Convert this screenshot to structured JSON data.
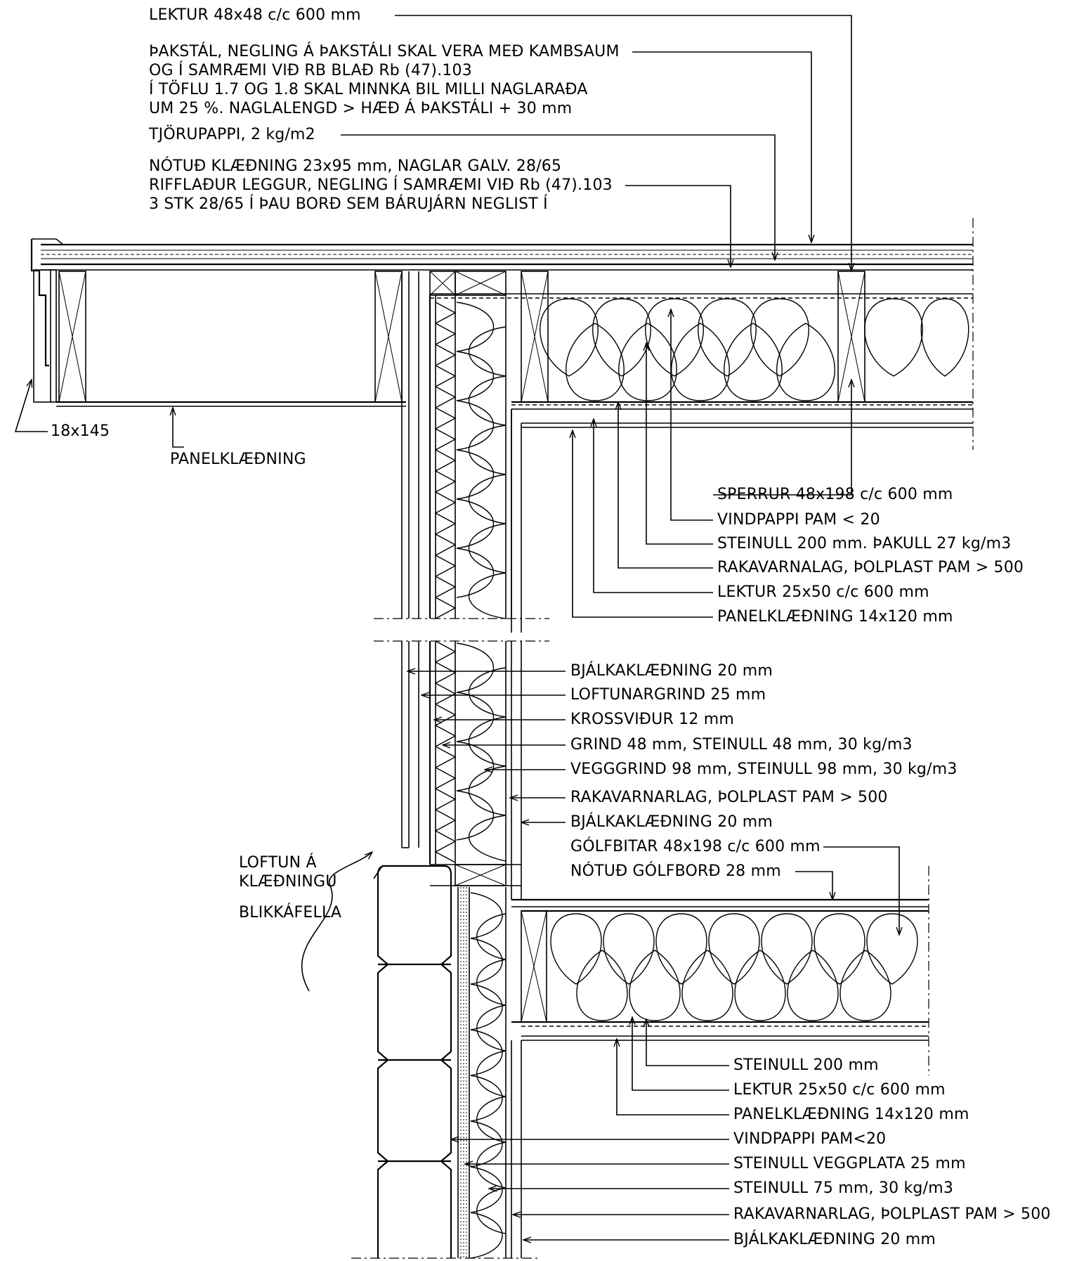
{
  "roof_labels": {
    "lektur_top": "LEKTUR 48x48 c/c 600 mm",
    "thakstal": [
      "ÞAKSTÁL, NEGLING Á ÞAKSTÁLI SKAL VERA MEÐ KAMBSAUM",
      "OG Í SAMRÆMI VIÐ RB BLAÐ Rb (47).103",
      "Í TÖFLU 1.7 OG 1.8 SKAL MINNKA BIL MILLI NAGLARAÐA",
      "UM 25 %. NAGLALENGD > HÆÐ Á ÞAKSTÁLI + 30 mm"
    ],
    "tjorupappi": "TJÖRUPAPPI, 2 kg/m2",
    "notud": [
      "NÓTUÐ KLÆÐNING 23x95 mm, NAGLAR GALV. 28/65",
      "RIFFLAÐUR LEGGUR, NEGLING Í SAMRÆMI VIÐ Rb (47).103",
      "3 STK 28/65 Í ÞAU BORÐ SEM BÁRUJÁRN NEGLIST Í"
    ],
    "fascia": "18x145",
    "panel_eave": "PANELKLÆÐNING"
  },
  "roof_section_labels": [
    "SPERRUR 48x198 c/c 600 mm",
    "VINDPAPPI PAM < 20",
    "STEINULL 200 mm. ÞAKULL 27 kg/m3",
    "RAKAVARNALAG, ÞOLPLAST PAM > 500",
    "LEKTUR 25x50 c/c 600 mm",
    "PANELKLÆÐNING 14x120 mm"
  ],
  "wall_labels": [
    "BJÁLKAKLÆÐNING 20 mm",
    "LOFTUNARGRIND 25 mm",
    "KROSSVIÐUR 12 mm",
    "GRIND 48 mm, STEINULL 48 mm, 30 kg/m3",
    "VEGGGRIND 98 mm, STEINULL 98 mm, 30 kg/m3",
    "RAKAVARNARLAG, ÞOLPLAST PAM > 500",
    "BJÁLKAKLÆÐNING 20 mm"
  ],
  "floor_labels": {
    "golfbitar": "GÓLFBITAR 48x198 c/c 600 mm",
    "notud_golfbord": "NÓTUÐ GÓLFBORÐ 28 mm"
  },
  "left_labels": {
    "loftun": [
      "LOFTUN Á",
      "KLÆÐNINGU"
    ],
    "blikkafella": "BLIKKÁFELLA"
  },
  "base_labels": [
    "STEINULL 200 mm",
    "LEKTUR 25x50 c/c 600 mm",
    "PANELKLÆÐNING 14x120 mm",
    "VINDPAPPI PAM<20",
    "STEINULL VEGGPLATA 25 mm",
    "STEINULL 75 mm, 30 kg/m3",
    "RAKAVARNARLAG, ÞOLPLAST PAM > 500",
    "BJÁLKAKLÆÐNING 20 mm"
  ]
}
